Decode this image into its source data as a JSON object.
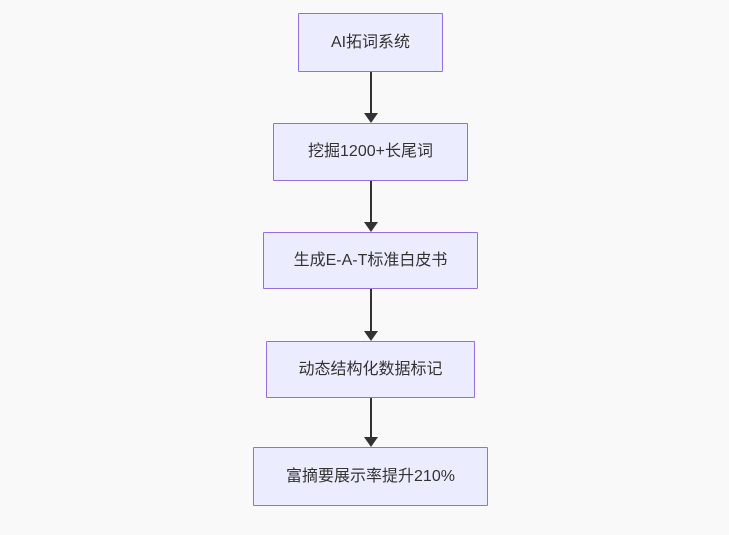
{
  "diagram": {
    "type": "flowchart-vertical",
    "background_color": "#f9f9f9",
    "node_fill_color": "#ECECFF",
    "node_border_color": "#9370DB",
    "arrow_color": "#333333",
    "text_color": "#333333",
    "nodes": [
      {
        "id": "A",
        "label": "AI拓词系统"
      },
      {
        "id": "B",
        "label": "挖掘1200+长尾词"
      },
      {
        "id": "C",
        "label": "生成E-A-T标准白皮书"
      },
      {
        "id": "D",
        "label": "动态结构化数据标记"
      },
      {
        "id": "E",
        "label": "富摘要展示率提升210%"
      }
    ],
    "edges": [
      {
        "from": "A",
        "to": "B"
      },
      {
        "from": "B",
        "to": "C"
      },
      {
        "from": "C",
        "to": "D"
      },
      {
        "from": "D",
        "to": "E"
      }
    ]
  }
}
